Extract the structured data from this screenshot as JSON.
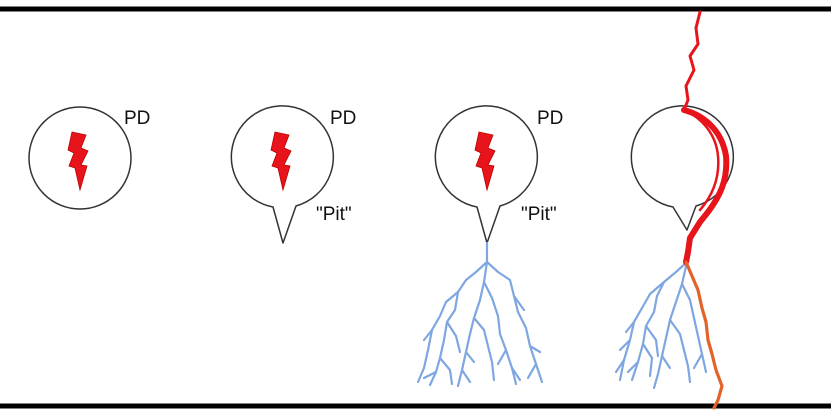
{
  "labels": {
    "pd": "PD",
    "pit": "\"Pit\""
  },
  "stages": [
    {
      "id": "stage-1",
      "pd_label": "PD",
      "pit_label": "",
      "has_pit": false,
      "has_treeing": false,
      "has_breakdown": false
    },
    {
      "id": "stage-2",
      "pd_label": "PD",
      "pit_label": "\"Pit\"",
      "has_pit": true,
      "has_treeing": false,
      "has_breakdown": false
    },
    {
      "id": "stage-3",
      "pd_label": "PD",
      "pit_label": "\"Pit\"",
      "has_pit": true,
      "has_treeing": true,
      "has_breakdown": false
    },
    {
      "id": "stage-4",
      "pd_label": "",
      "pit_label": "",
      "has_pit": true,
      "has_treeing": true,
      "has_breakdown": true
    }
  ],
  "colors": {
    "electrode": "#000000",
    "void_outline": "#333333",
    "discharge": "#e8141b",
    "treeing": "#7ea6e0",
    "breakdown": "#e8141b",
    "breakdown_secondary": "#e3622a"
  },
  "icons": [
    "lightning-bolt-icon"
  ]
}
